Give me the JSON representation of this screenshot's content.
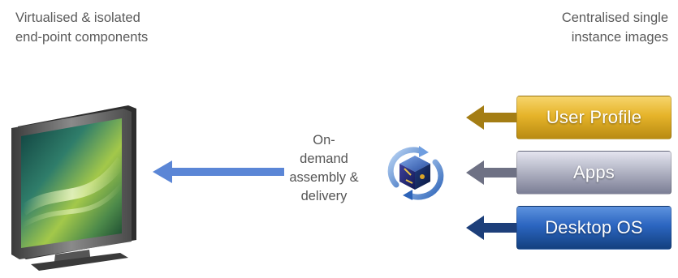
{
  "left_caption": {
    "line1": "Virtualised & isolated",
    "line2": "end-point components"
  },
  "right_caption": {
    "line1": "Centralised single",
    "line2": "instance images"
  },
  "center_label": {
    "line1": "On-",
    "line2": "demand",
    "line3": "assembly &",
    "line4": "delivery"
  },
  "layers": [
    {
      "label": "User Profile",
      "color": "#e6b42a",
      "arrow_color": "#a47d14"
    },
    {
      "label": "Apps",
      "color": "#a3a6b8",
      "arrow_color": "#6e7184"
    },
    {
      "label": "Desktop OS",
      "color": "#2b65c0",
      "arrow_color": "#1d3f7a"
    }
  ],
  "delivery_arrow_color": "#5b86d6",
  "icons": {
    "endpoint": "monitor-icon",
    "assembly": "rotating-cube-icon"
  }
}
